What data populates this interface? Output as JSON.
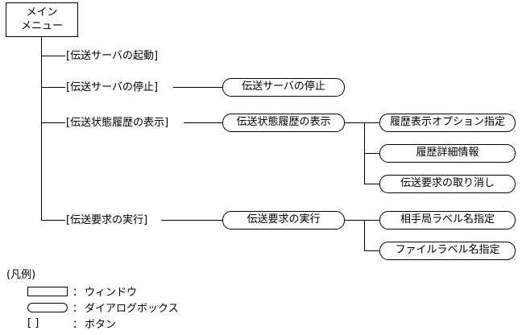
{
  "diagram": {
    "root": {
      "type": "window",
      "label_line1": "メイン",
      "label_line2": "メニュー"
    },
    "rows": [
      {
        "button": "[伝送サーバの起動]",
        "dialog": null,
        "children": []
      },
      {
        "button": "[伝送サーバの停止]",
        "dialog": "伝送サーバの停止",
        "children": []
      },
      {
        "button": "[伝送状態履歴の表示]",
        "dialog": "伝送状態履歴の表示",
        "children": [
          "履歴表示オプション指定",
          "履歴詳細情報",
          "伝送要求の取り消し"
        ]
      },
      {
        "button": "[伝送要求の実行]",
        "dialog": "伝送要求の実行",
        "children": [
          "相手局ラベル名指定",
          "ファイルラベル名指定"
        ]
      }
    ]
  },
  "legend": {
    "title": "(凡例)",
    "items": [
      {
        "shape": "window-rect-icon",
        "separator": "：",
        "label": "ウィンドウ"
      },
      {
        "shape": "dialog-rounded-icon",
        "separator": "：",
        "label": "ダイアログボックス"
      },
      {
        "shape": "button-bracket-icon",
        "separator": "：",
        "label": "ボタン",
        "bracket_text": "[      ]"
      }
    ]
  },
  "colors": {
    "stroke": "#000000",
    "background": "#ffffff"
  }
}
